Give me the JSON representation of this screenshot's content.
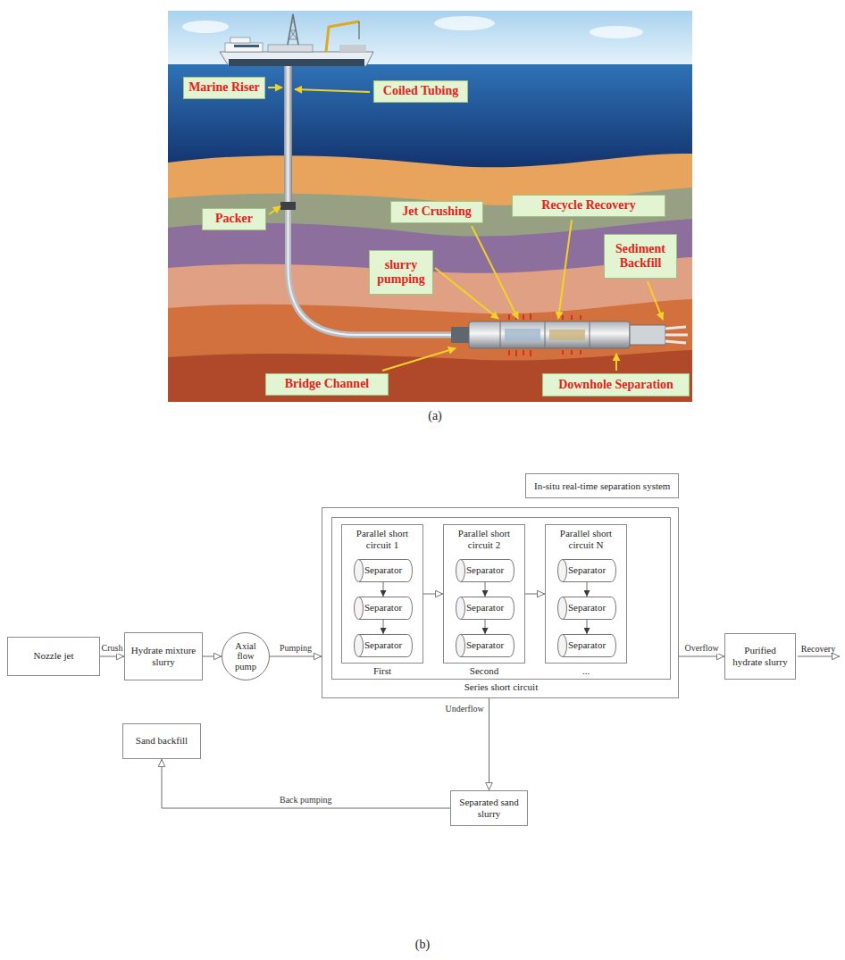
{
  "diagram": {
    "nodes": [
      {
        "text": [
          "Marine Riser"
        ]
      },
      {
        "text": [
          "Coiled Tubing"
        ]
      },
      {
        "text": [
          "Packer"
        ]
      },
      {
        "text": [
          "Jet Crushing"
        ]
      },
      {
        "text": [
          "Recycle Recovery"
        ]
      },
      {
        "text": [
          "Sediment Backfill"
        ]
      },
      {
        "text": [
          "slurry pumping"
        ]
      },
      {
        "text": [
          "Bridge Channel"
        ]
      },
      {
        "text": [
          "Downhole Separation"
        ]
      },
      {
        "text": [
          "Nozzle jet"
        ]
      },
      {
        "text": [
          "Hydrate mixture slurry"
        ]
      },
      {
        "text": [
          "Axial flow pump"
        ]
      },
      {
        "text": [
          "In-situ real-time separation system"
        ]
      },
      {
        "text": [
          "Series short circuit"
        ],
        "in": 12
      },
      {
        "text": [
          "Parallel short circuit 1",
          "First"
        ],
        "in": 13
      },
      {
        "text": [
          "Separator"
        ],
        "in": 14
      },
      {
        "text": [
          "Separator"
        ],
        "in": 14
      },
      {
        "text": [
          "Separator"
        ],
        "in": 14
      },
      {
        "text": [
          "Parallel short circuit 2",
          "Second"
        ],
        "in": 13
      },
      {
        "text": [
          "Separator"
        ],
        "in": 18
      },
      {
        "text": [
          "Separator"
        ],
        "in": 18
      },
      {
        "text": [
          "Separator"
        ],
        "in": 18
      },
      {
        "text": [
          "Parallel short circuit N",
          "..."
        ],
        "in": 13
      },
      {
        "text": [
          "Separator"
        ],
        "in": 22
      },
      {
        "text": [
          "Separator"
        ],
        "in": 22
      },
      {
        "text": [
          "Separator"
        ],
        "in": 22
      },
      {
        "text": [
          "Purified hydrate slurry"
        ]
      },
      {
        "text": [
          "Sand backfill"
        ]
      },
      {
        "text": [
          "Separated sand slurry"
        ]
      }
    ],
    "edges": [
      {
        "from": 9,
        "to": 10,
        "arrow": "to",
        "label": "Crush"
      },
      {
        "from": 10,
        "to": 11,
        "arrow": "to"
      },
      {
        "from": 11,
        "to": 12,
        "arrow": "to",
        "label": "Pumping"
      },
      {
        "from": 15,
        "to": 16,
        "arrow": "to"
      },
      {
        "from": 16,
        "to": 17,
        "arrow": "to"
      },
      {
        "from": 14,
        "to": 18,
        "arrow": "to"
      },
      {
        "from": 19,
        "to": 20,
        "arrow": "to"
      },
      {
        "from": 20,
        "to": 21,
        "arrow": "to"
      },
      {
        "from": 18,
        "to": 22,
        "arrow": "to"
      },
      {
        "from": 23,
        "to": 24,
        "arrow": "to"
      },
      {
        "from": 24,
        "to": 25,
        "arrow": "to"
      },
      {
        "from": 12,
        "to": 26,
        "arrow": "to",
        "label": "Overflow"
      },
      {
        "from": 12,
        "to": 28,
        "arrow": "to",
        "label": "Underflow"
      },
      {
        "from": 28,
        "to": 27,
        "arrow": "to",
        "label": "Back pumping"
      }
    ],
    "labels": [
      "(a)",
      "Recovery",
      "(b)"
    ]
  }
}
